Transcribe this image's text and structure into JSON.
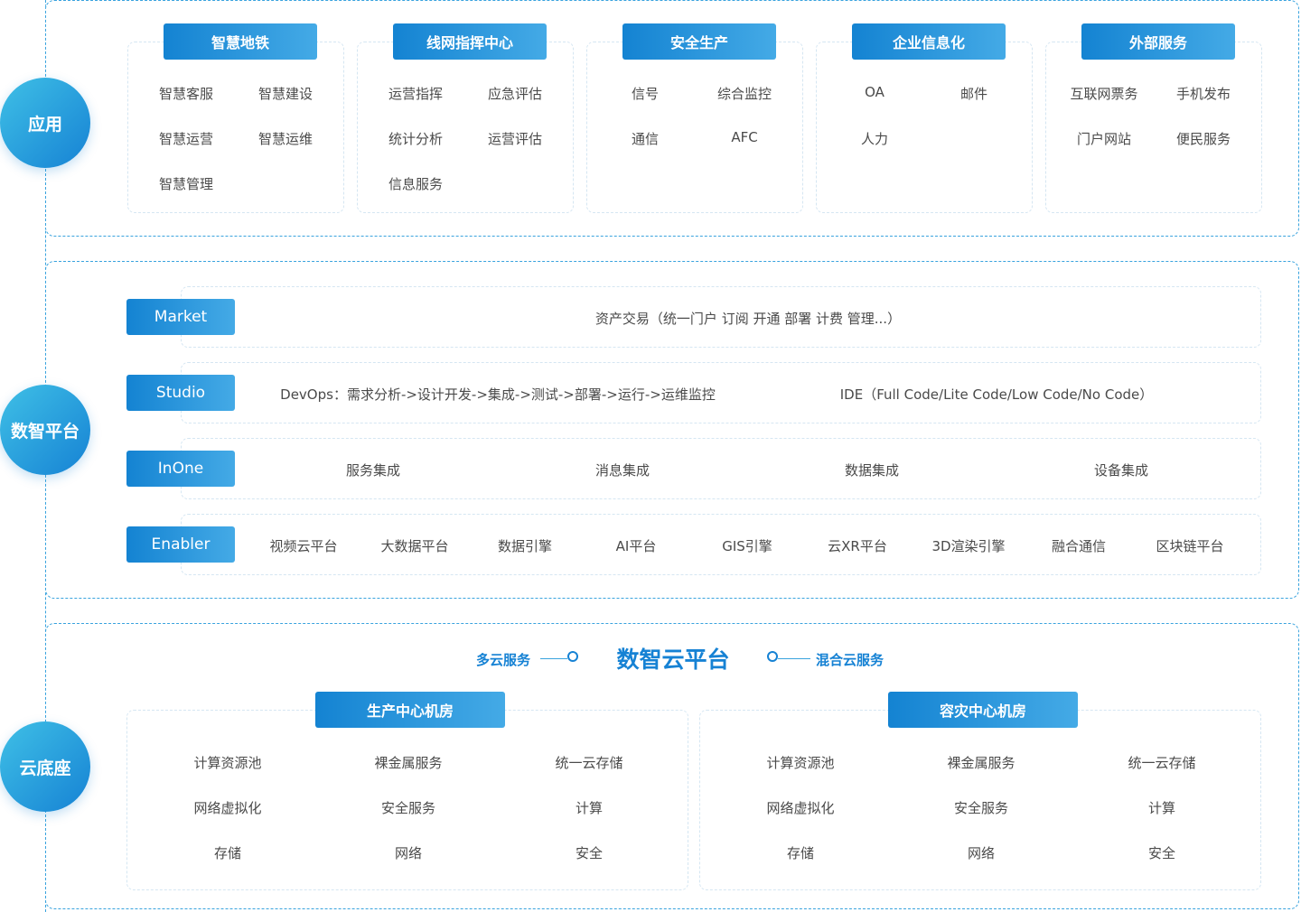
{
  "layers": {
    "application": "应用",
    "platform": "数智平台",
    "foundation": "云底座"
  },
  "application": {
    "groups": [
      {
        "title": "智慧地铁",
        "items": [
          "智慧客服",
          "智慧建设",
          "智慧运营",
          "智慧运维",
          "智慧管理"
        ]
      },
      {
        "title": "线网指挥中心",
        "items": [
          "运营指挥",
          "应急评估",
          "统计分析",
          "运营评估",
          "信息服务"
        ]
      },
      {
        "title": "安全生产",
        "items": [
          "信号",
          "综合监控",
          "通信",
          "AFC"
        ]
      },
      {
        "title": "企业信息化",
        "items": [
          "OA",
          "邮件",
          "人力"
        ]
      },
      {
        "title": "外部服务",
        "items": [
          "互联网票务",
          "手机发布",
          "门户网站",
          "便民服务"
        ]
      }
    ]
  },
  "platform": {
    "market": {
      "label": "Market",
      "text": "资产交易（统一门户 订阅 开通 部署 计费 管理...）"
    },
    "studio": {
      "label": "Studio",
      "devops": "DevOps：需求分析->设计开发->集成->测试->部署->运行->运维监控",
      "ide": "IDE（Full Code/Lite Code/Low Code/No Code）"
    },
    "inone": {
      "label": "InOne",
      "items": [
        "服务集成",
        "消息集成",
        "数据集成",
        "设备集成"
      ]
    },
    "enabler": {
      "label": "Enabler",
      "items": [
        "视频云平台",
        "大数据平台",
        "数据引擎",
        "AI平台",
        "GIS引擎",
        "云XR平台",
        "3D渲染引擎",
        "融合通信",
        "区块链平台"
      ]
    }
  },
  "foundation": {
    "title": "数智云平台",
    "left_label": "多云服务",
    "right_label": "混合云服务",
    "centers": [
      {
        "title": "生产中心机房",
        "items": [
          "计算资源池",
          "裸金属服务",
          "统一云存储",
          "网络虚拟化",
          "安全服务",
          "计算",
          "存储",
          "网络",
          "安全"
        ]
      },
      {
        "title": "容灾中心机房",
        "items": [
          "计算资源池",
          "裸金属服务",
          "统一云存储",
          "网络虚拟化",
          "安全服务",
          "计算",
          "存储",
          "网络",
          "安全"
        ]
      }
    ]
  },
  "colors": {
    "accent": "#1682d4",
    "accent_light": "#44aae6",
    "dashed": "#39a3de",
    "text": "#4a4a4a"
  }
}
